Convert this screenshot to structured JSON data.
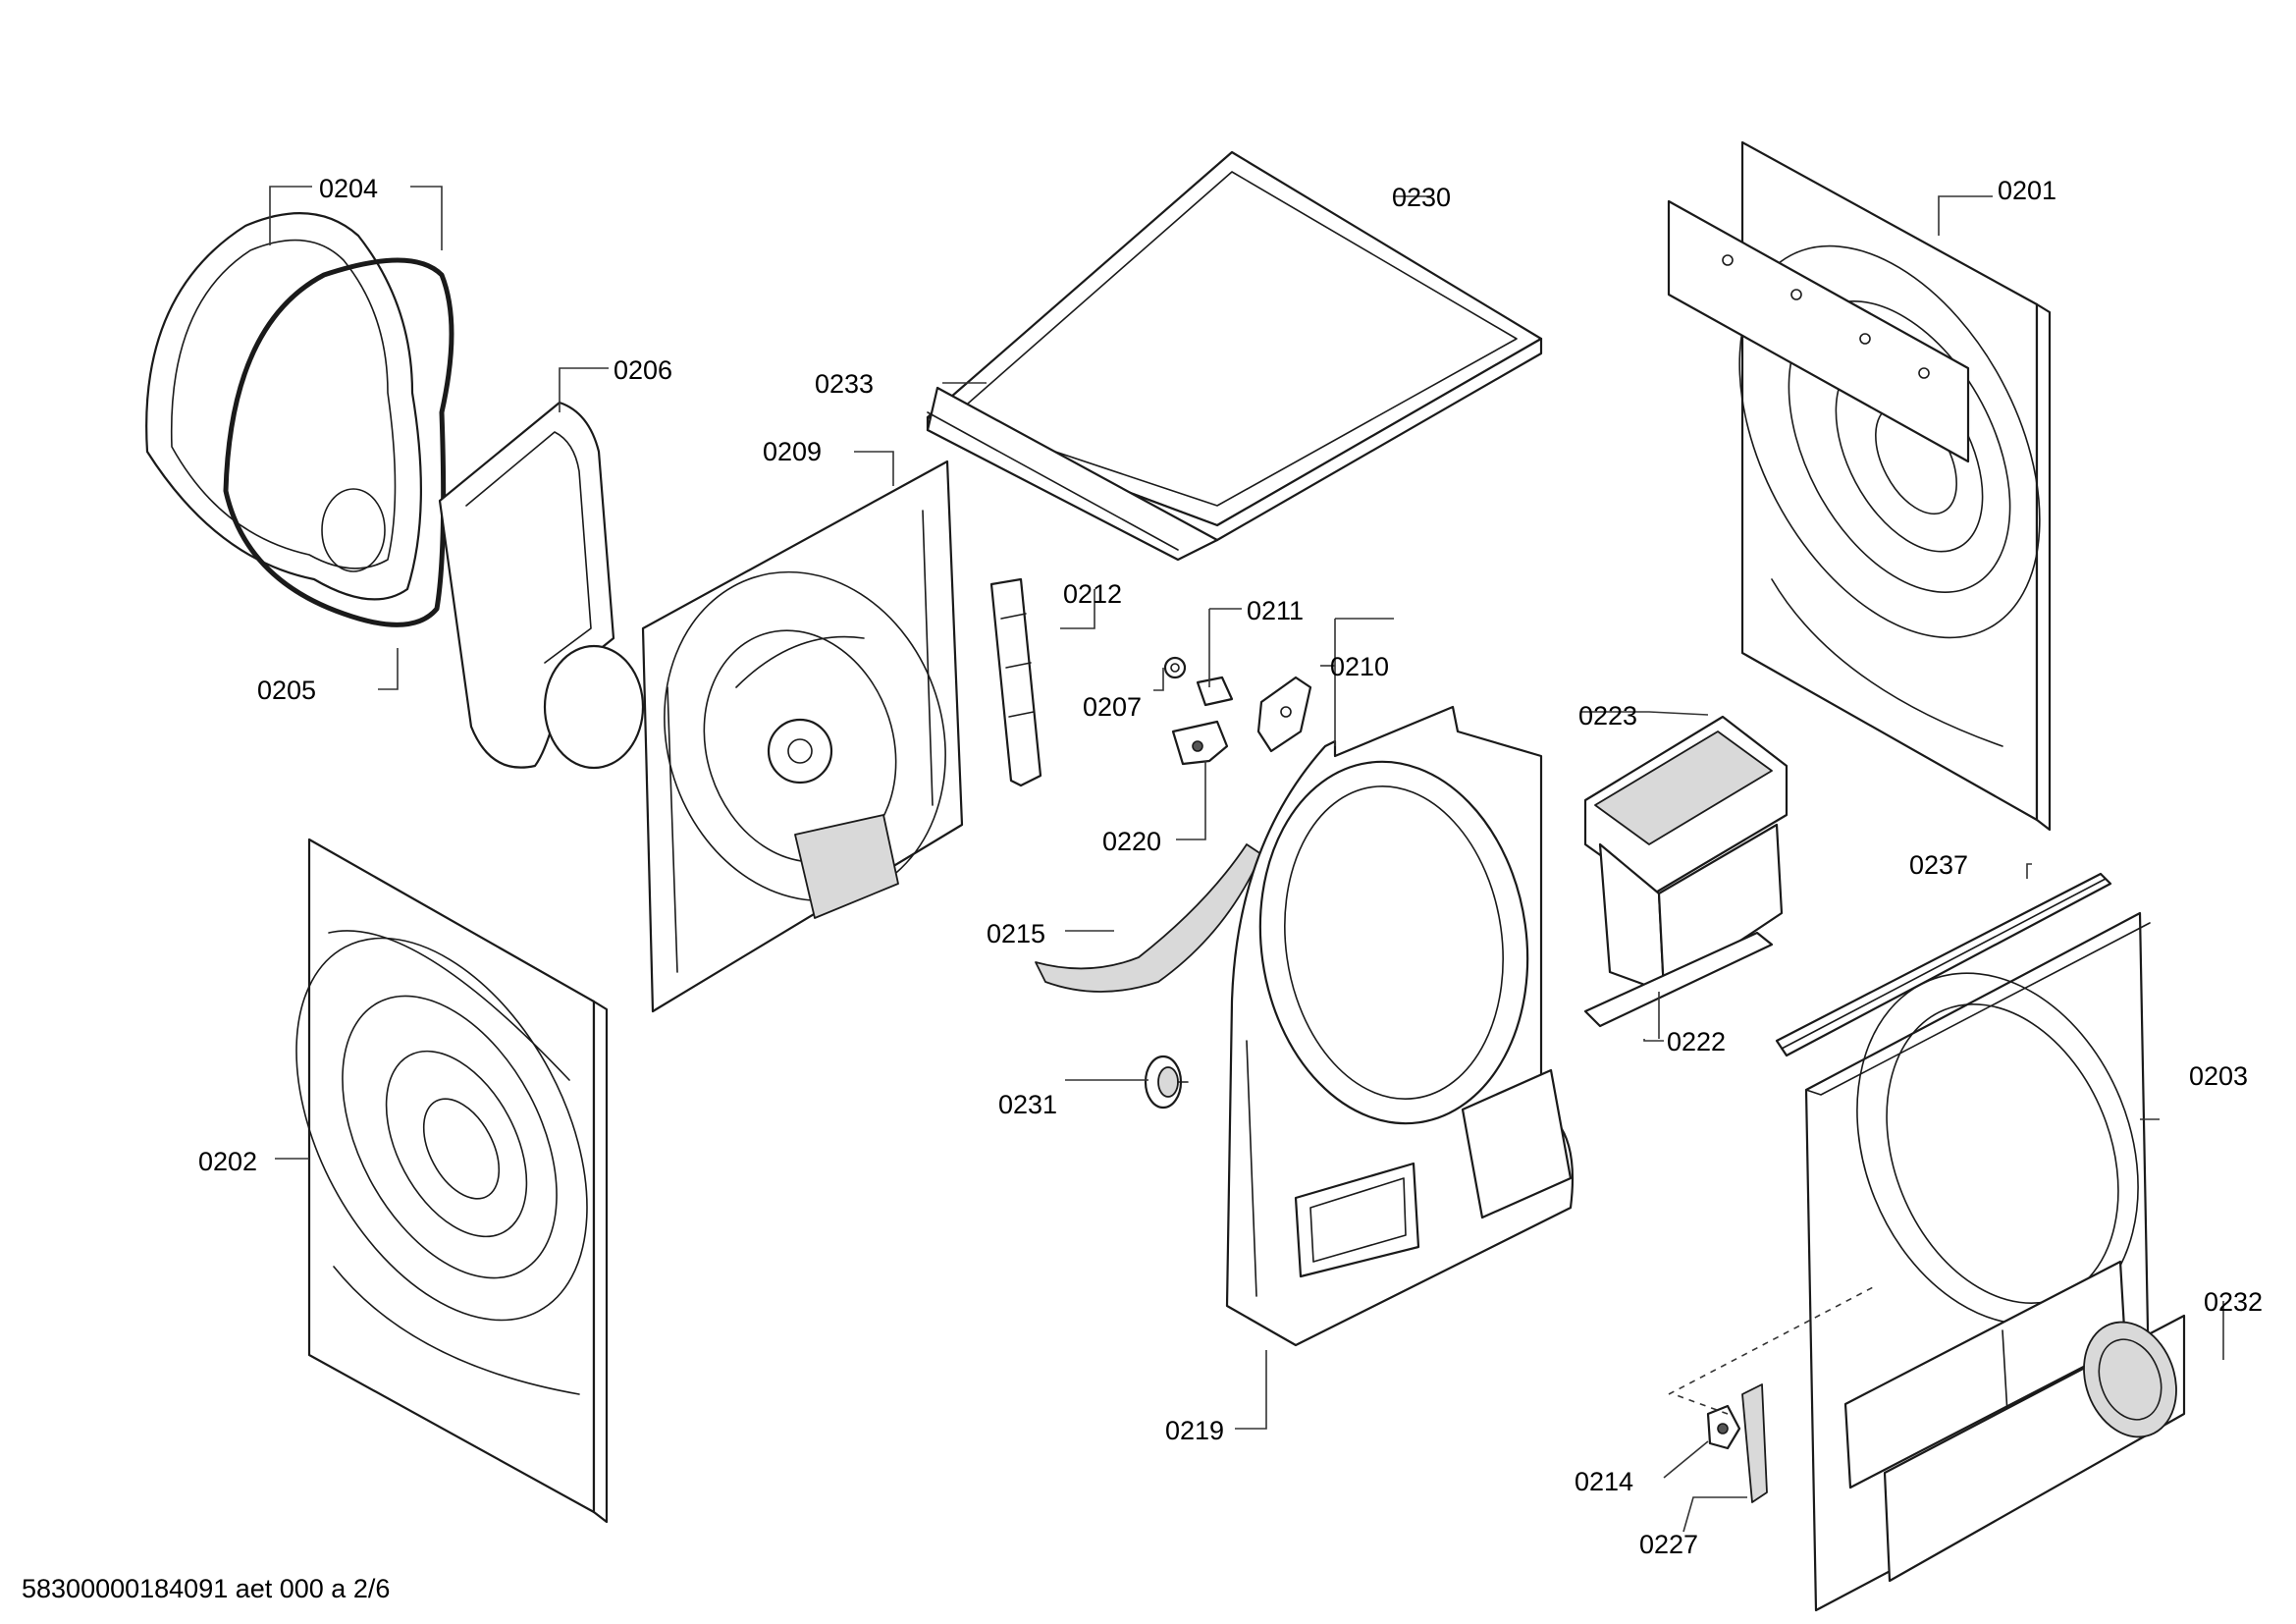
{
  "footer": "58300000184091 aet 000 a 2/6",
  "labels": {
    "p0201": "0201",
    "p0202": "0202",
    "p0203": "0203",
    "p0204": "0204",
    "p0205": "0205",
    "p0206": "0206",
    "p0207": "0207",
    "p0209": "0209",
    "p0210": "0210",
    "p0211": "0211",
    "p0212": "0212",
    "p0214": "0214",
    "p0215": "0215",
    "p0219": "0219",
    "p0220": "0220",
    "p0222": "0222",
    "p0223": "0223",
    "p0227": "0227",
    "p0230": "0230",
    "p0231": "0231",
    "p0232": "0232",
    "p0233": "0233",
    "p0237": "0237"
  }
}
